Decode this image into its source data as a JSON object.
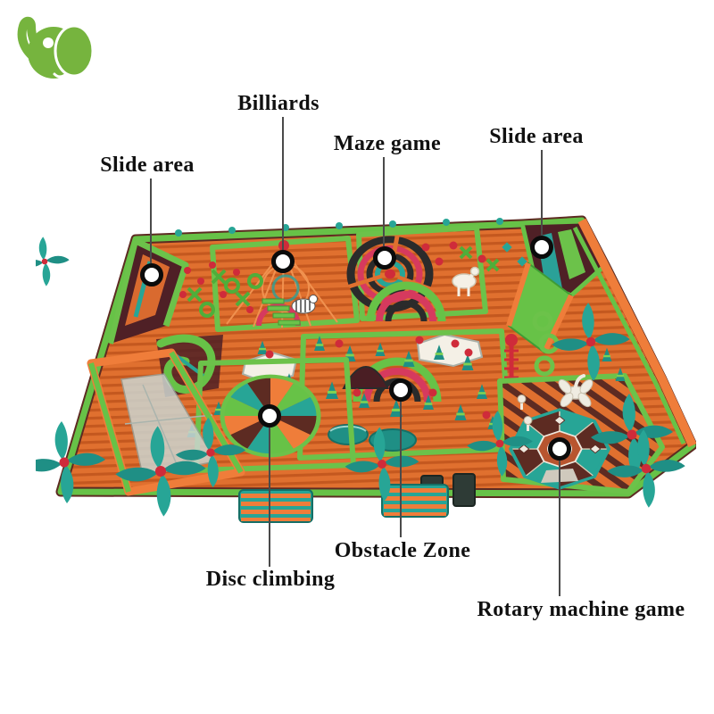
{
  "logo": {
    "name": "elephant-logo",
    "color": "#76b43e"
  },
  "annotations": [
    {
      "label": "Slide area"
    },
    {
      "label": "Billiards"
    },
    {
      "label": "Maze game"
    },
    {
      "label": "Slide area"
    },
    {
      "label": "Disc climbing"
    },
    {
      "label": "Obstacle Zone"
    },
    {
      "label": "Rotary machine game"
    }
  ],
  "style": {
    "label_color": "#101010",
    "leader_line_color": "#4a4a4a",
    "marker_fill": "#ffffff",
    "marker_ring": "#0b0b0b"
  },
  "palette": {
    "green": "#67c247",
    "light_green": "#7dd154",
    "orange": "#e0702f",
    "orange_tube": "#ef7d3a",
    "teal": "#27a596",
    "dark_teal": "#1f8f85",
    "maroon": "#5d2b22",
    "pink": "#d63a5e",
    "red": "#cf2b3a"
  }
}
